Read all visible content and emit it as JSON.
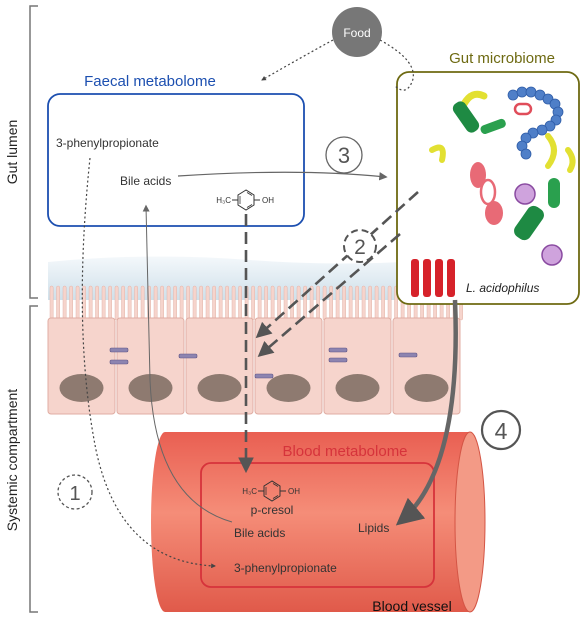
{
  "side_labels": {
    "lumen": "Gut lumen",
    "systemic": "Systemic compartment"
  },
  "nodes": {
    "food": "Food",
    "faecal_title": "Faecal metabolome",
    "faecal_phenyl": "3-phenylpropionate",
    "faecal_bile": "Bile acids",
    "microbiome_title": "Gut microbiome",
    "lacto": "L. acidophilus",
    "blood_title": "Blood metabolome",
    "blood_pcresol": "p-cresol",
    "blood_bile": "Bile acids",
    "blood_lipids": "Lipids",
    "blood_phenyl": "3-phenylpropionate",
    "vessel": "Blood vessel"
  },
  "chem": {
    "top_left": "H₃C",
    "top_right": "OH",
    "bottom_left": "H₃C",
    "bottom_right": "OH"
  },
  "markers": {
    "m1": "1",
    "m2": "2",
    "m3": "3",
    "m4": "4"
  },
  "colors": {
    "faecal": "#1c4fb0",
    "microbiome": "#6e6a12",
    "blood": "#d6333b",
    "vessel": "#ef7a66",
    "epithelium": "#f6d4cc",
    "nucleus": "#8e7a70"
  }
}
